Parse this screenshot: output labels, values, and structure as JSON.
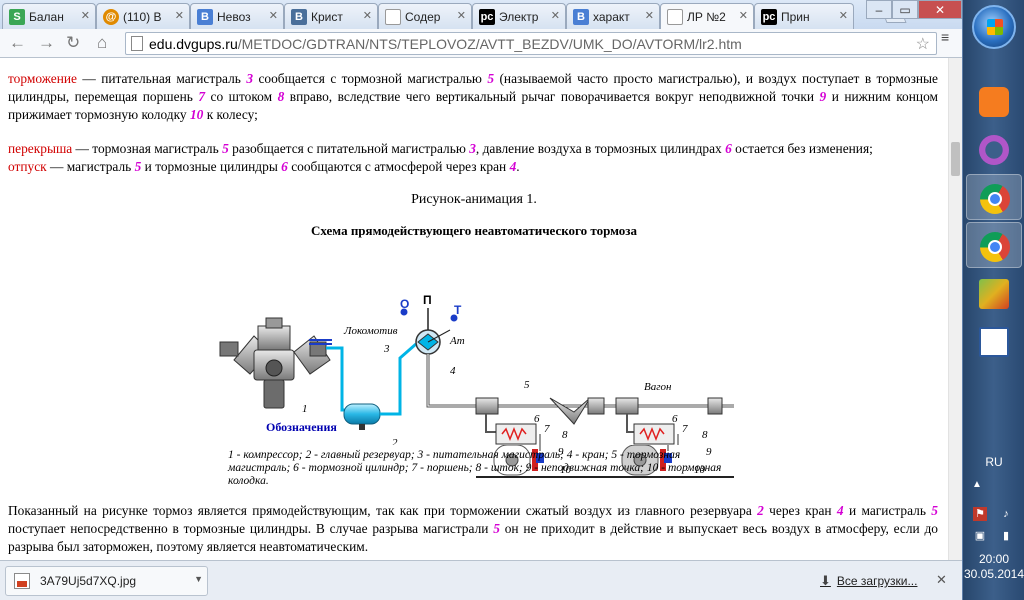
{
  "browser": {
    "tabs": [
      {
        "label": "Балан",
        "favicon": "S",
        "color": "#3aa655"
      },
      {
        "label": "(110) В",
        "favicon": "@",
        "color": "#e08a00"
      },
      {
        "label": "Невоз",
        "favicon": "В",
        "color": "#4a7fd4"
      },
      {
        "label": "Крист",
        "favicon": "В",
        "color": "#4a6f9a"
      },
      {
        "label": "Содер",
        "favicon": "",
        "color": "#ffffff"
      },
      {
        "label": "Электр",
        "favicon": "pc",
        "color": "#000000"
      },
      {
        "label": "характ",
        "favicon": "В",
        "color": "#4a7fd4"
      },
      {
        "label": "ЛР №2",
        "favicon": "",
        "color": "#ffffff"
      },
      {
        "label": "Прин",
        "favicon": "pc",
        "color": "#000000"
      }
    ],
    "url_host": "edu.dvgups.ru",
    "url_path": "/METDOC/GDTRAN/NTS/TEPLOVOZ/AVTT_BEZDV/UMK_DO/AVTORM/lr2.htm"
  },
  "content": {
    "p1": {
      "term": "торможение",
      "t1": " — питательная магистраль ",
      "n1": "3",
      "t2": " сообщается с тормозной магистралью ",
      "n2": "5",
      "t3": " (называемой часто просто магистралью), и воздух поступает в тормозные цилиндры, перемещая поршень ",
      "n3": "7",
      "t4": " со штоком ",
      "n4": "8",
      "t5": " вправо, вследствие чего вертикальный рычаг поворачивается вокруг неподвижной точки ",
      "n5": "9",
      "t6": " и нижним концом прижимает тормозную колодку ",
      "n6": "10",
      "t7": " к колесу;"
    },
    "p2": {
      "term": "перекрыша",
      "t1": " — тормозная магистраль ",
      "n1": "5",
      "t2": " разобщается с питательной магистралью ",
      "n2": "3",
      "t3": ", давление воздуха в тормозных цилиндрах ",
      "n3": "6",
      "t4": " остается без изменения;"
    },
    "p3": {
      "term": "отпуск",
      "t1": " — магистраль ",
      "n1": "5",
      "t2": " и тормозные цилиндры ",
      "n2": "6",
      "t3": " сообщаются с атмосферой через кран ",
      "n3": "4",
      "t4": "."
    },
    "figure_caption": "Рисунок-анимация 1.",
    "figure_title": "Схема прямодействующего неавтоматического тормоза",
    "diagram_labels": {
      "lokomotiv": "Локомотив",
      "vagon": "Вагон",
      "o": "О",
      "p": "П",
      "t": "Т",
      "at": "Ат",
      "n1": "1",
      "n2": "2",
      "n3": "3",
      "n4": "4",
      "n5": "5",
      "n6": "6",
      "n7": "7",
      "n8": "8",
      "n9": "9",
      "n10": "10"
    },
    "legend_heading": "Обозначения",
    "legend_text": "1 - компрессор; 2 - главный резервуар; 3 - питательная магистраль; 4 - кран; 5 - тормозная магистраль; 6 - тормозной цилиндр; 7 - поршень; 8 - шток; 9 - неподвижная точка; 10 - тормозная колодка.",
    "p4": {
      "t1": "Показанный на рисунке тормоз является прямодействующим, так как при торможении сжатый воздух из главного резервуара ",
      "n1": "2",
      "t2": " через кран ",
      "n2": "4",
      "t3": " и магистраль ",
      "n3": "5",
      "t4": " поступает непосредственно в тормозные цилиндры. В случае разрыва магистрали ",
      "n4": "5",
      "t5": " он не приходит в действие и выпускает весь воздух в атмосферу, если до разрыва был заторможен, поэтому является неавтоматическим."
    }
  },
  "downloads": {
    "file": "3A79Uj5d7XQ.jpg",
    "all": "Все загрузки..."
  },
  "taskbar": {
    "lang": "RU",
    "time": "20:00",
    "date": "30.05.2014"
  },
  "colors": {
    "term_red": "#d10000",
    "number_magenta": "#d400d4",
    "pipe_cyan": "#00b4e6",
    "legend_blue": "#0000b0"
  }
}
